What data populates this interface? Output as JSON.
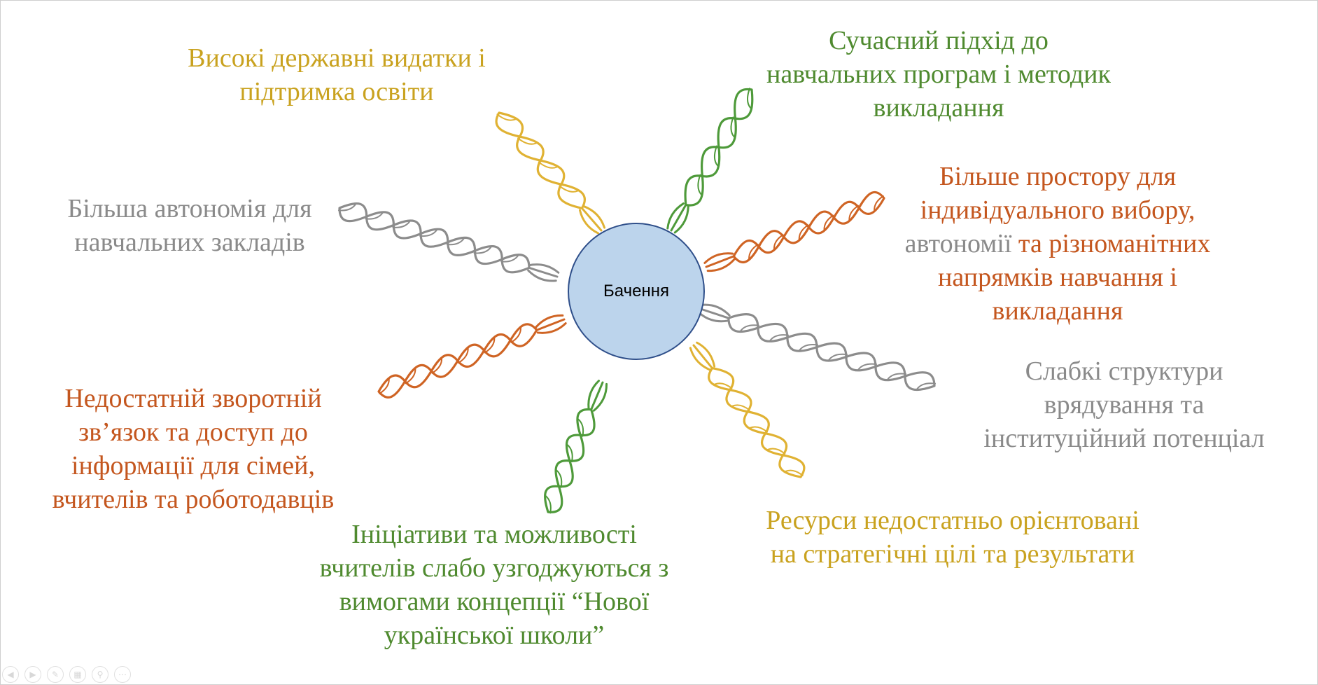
{
  "center": {
    "label": "Бачення"
  },
  "colors": {
    "gold": "#c9a21f",
    "green": "#4f8a2f",
    "orange": "#c4561e",
    "gray": "#8a8a8a",
    "hub_fill": "#bcd4ec",
    "hub_stroke": "#2f4f8a",
    "gold_rope": "#e0b233",
    "green_rope": "#4e9a3a",
    "orange_rope": "#cf6424",
    "gray_rope": "#8c8c8c"
  },
  "labels": {
    "top_left": "Високі державні видатки і\nпідтримка освіти",
    "top_right": "Сучасний підхід до\nнавчальних програм і методик\nвикладання",
    "mid_left": "Більша автономія для\nнавчальних закладів",
    "right_part1": "Більше простору для\nіндивідуального вибору,\n",
    "right_part2": "автономії",
    "right_part3": " та різноманітних\nнапрямків навчання і\nвикладання",
    "lower_right_gray": "Слабкі структури\nврядування та\nінституційний потенціал",
    "lower_left_orange": "Недостатній зворотній\nзв’язок та доступ до\nінформації для сімей,\nвчителів та роботодавців",
    "bottom_green": "Ініціативи та можливості\nвчителів слабо узгоджуються з\nвимогами концепції “Нової\nукраїнської школи”",
    "bottom_right_gold": "Ресурси недостатньо орієнтовані\nна стратегічні цілі та результати"
  },
  "player_icons": [
    "prev-icon",
    "play-icon",
    "pen-icon",
    "slides-icon",
    "zoom-icon",
    "more-icon"
  ]
}
